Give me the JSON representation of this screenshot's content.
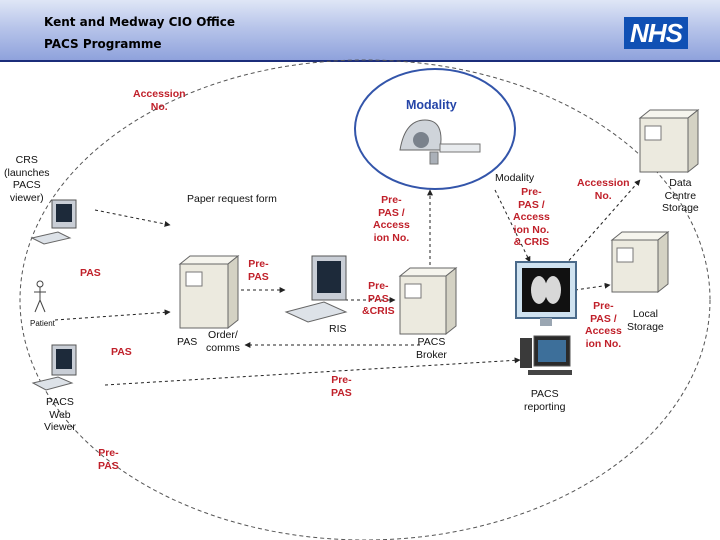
{
  "header": {
    "line1": "Kent and Medway CIO Office",
    "line2": "PACS Programme",
    "logo_text": "NHS"
  },
  "labels": {
    "accession_top": "Accession\nNo.",
    "modality_title": "Modality",
    "crs": "CRS\n(launches\nPACS\nviewer)",
    "paper_request": "Paper request form",
    "prepas_access_mid": "Pre-\nPAS /\nAccess\nion No.",
    "modality_small": "Modality",
    "prepas_access_cris": "Pre-\nPAS /\nAccess\nion No.\n& CRIS",
    "accession_right": "Accession\nNo.",
    "data_centre": "Data\nCentre\nStorage",
    "pas_left": "PAS",
    "prepas_ris": "Pre-\nPAS",
    "prepas_cris": "Pre-\nPAS\n&CRIS",
    "patient": "Patient",
    "order_comms": "Order/\ncomms",
    "pas_order": "PAS",
    "ris": "RIS",
    "prepas_access_local": "Pre-\nPAS /\nAccess\nion No.",
    "local_storage": "Local\nStorage",
    "pas_mid": "PAS",
    "pacs_broker": "PACS\nBroker",
    "prepas_center": "Pre-\nPAS",
    "pacs_web_viewer": "PACS\nWeb\nViewer",
    "pacs_reporting": "PACS\nreporting",
    "prepas_bottom": "Pre-\nPAS"
  },
  "colors": {
    "label_red": "#c0202a",
    "label_blue": "#2545a8",
    "header_border": "#1b2d7a",
    "nhs_blue": "#1050b4"
  }
}
